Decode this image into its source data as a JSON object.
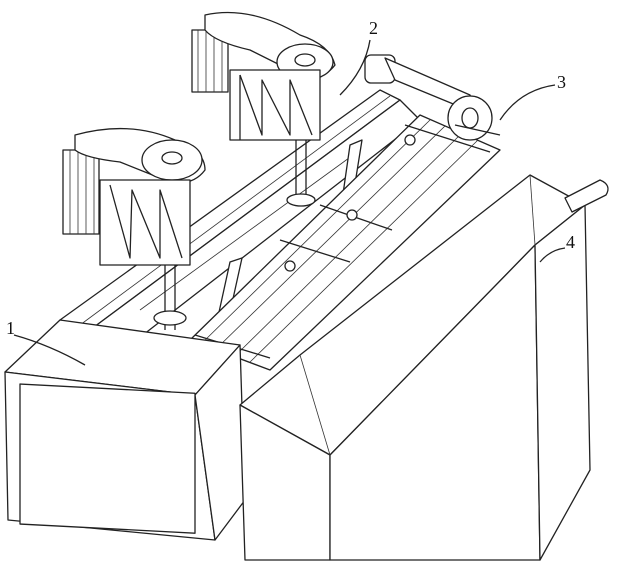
{
  "figure": {
    "part_labels": [
      "1",
      "2",
      "3",
      "4"
    ]
  }
}
